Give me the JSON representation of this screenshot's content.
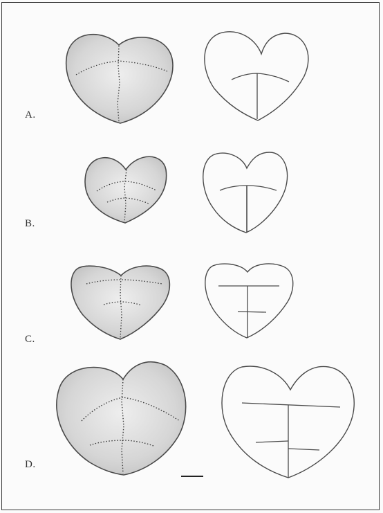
{
  "figure": {
    "rows": [
      {
        "id": "a",
        "label": "A."
      },
      {
        "id": "b",
        "label": "B."
      },
      {
        "id": "c",
        "label": "C."
      },
      {
        "id": "d",
        "label": "D."
      }
    ]
  },
  "colors": {
    "outline": "#4a4a4a",
    "shading": "#d8d8d8",
    "stipple": "#3a3a3a",
    "frame": "#333333"
  }
}
